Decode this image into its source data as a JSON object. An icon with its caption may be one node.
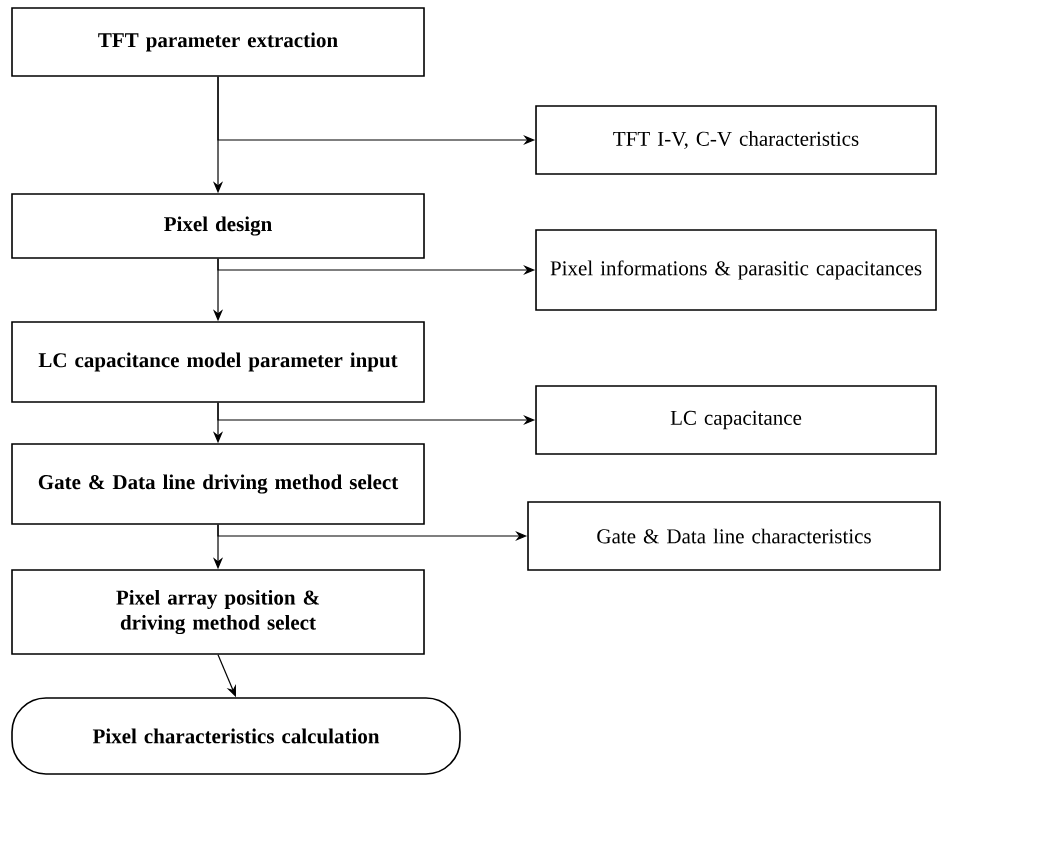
{
  "diagram": {
    "nodes": [
      {
        "text": [
          "TFT parameter extraction"
        ]
      },
      {
        "text": [
          "TFT I-V, C-V characteristics"
        ]
      },
      {
        "text": [
          "Pixel design"
        ]
      },
      {
        "text": [
          "Pixel informations & parasitic capacitances"
        ]
      },
      {
        "text": [
          "LC capacitance model parameter input"
        ]
      },
      {
        "text": [
          "LC capacitance"
        ]
      },
      {
        "text": [
          "Gate & Data line driving method select"
        ]
      },
      {
        "text": [
          "Gate & Data line characteristics"
        ]
      },
      {
        "text": [
          "Pixel array position & driving method select"
        ]
      },
      {
        "text": [
          "Pixel characteristics calculation"
        ]
      }
    ],
    "edges": [
      {
        "from": 0,
        "to": 2,
        "arrow": "to"
      },
      {
        "from": 0,
        "to": 1,
        "arrow": "to"
      },
      {
        "from": 2,
        "to": 4,
        "arrow": "to"
      },
      {
        "from": 2,
        "to": 3,
        "arrow": "to"
      },
      {
        "from": 4,
        "to": 6,
        "arrow": "to"
      },
      {
        "from": 4,
        "to": 5,
        "arrow": "to"
      },
      {
        "from": 6,
        "to": 8,
        "arrow": "to"
      },
      {
        "from": 6,
        "to": 7,
        "arrow": "to"
      },
      {
        "from": 8,
        "to": 9,
        "arrow": "to"
      }
    ]
  }
}
